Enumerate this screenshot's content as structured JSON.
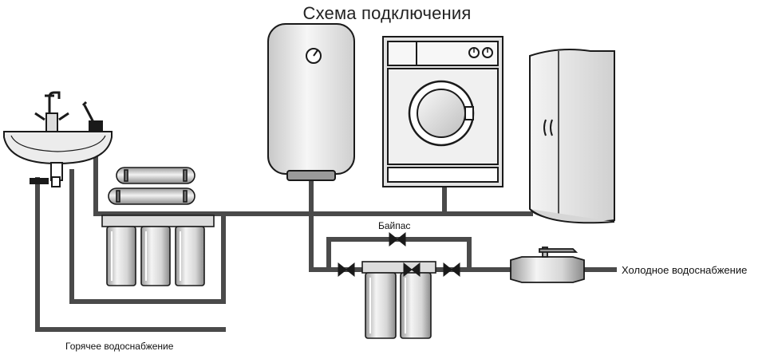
{
  "title": "Схема подключения",
  "labels": {
    "bypass": "Байпас",
    "cold_water": "Холодное водоснабжение",
    "hot_water": "Горячее водоснабжение"
  },
  "colors": {
    "pipe": "#4a4a4a",
    "outline": "#1a1a1a",
    "appliance_fill": "#e6e6e6",
    "background": "#ffffff"
  }
}
